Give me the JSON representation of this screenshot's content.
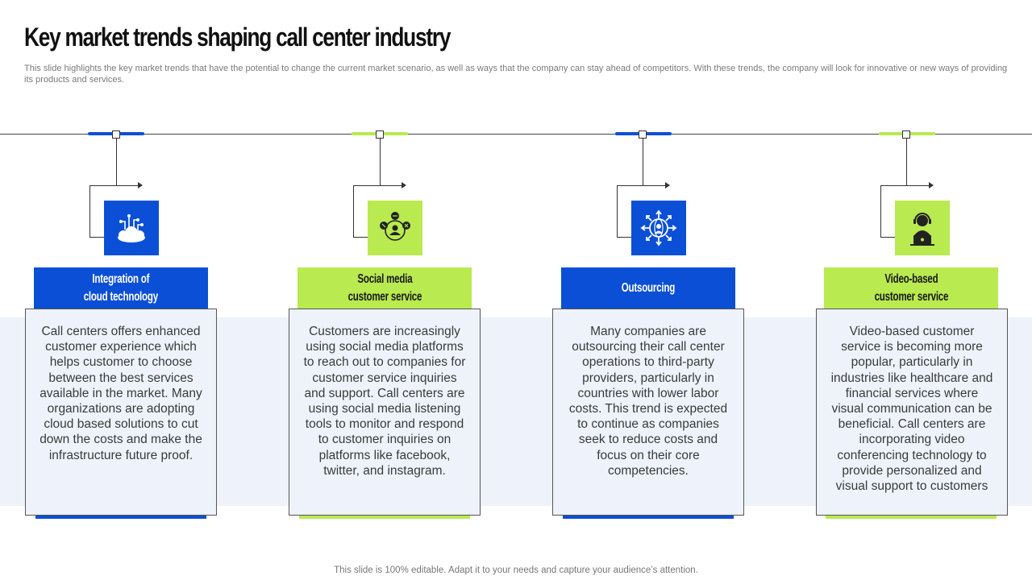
{
  "slide": {
    "title": "Key market trends shaping call center industry",
    "subtitle": "This slide highlights the key market trends that have the potential to change the current market scenario, as well as ways that the company can stay ahead of competitors. With these trends, the company will look for innovative or new ways of providing its products and services.",
    "footer": "This slide is 100% editable. Adapt it to your needs and capture your audience’s attention."
  },
  "colors": {
    "blue": "#0a4fd6",
    "green": "#b9ea4f",
    "band": "#eef3fb"
  },
  "trends": [
    {
      "heading_line1": "Integration of",
      "heading_line2": "cloud technology",
      "icon": "cloud-technology-icon",
      "theme": "blue",
      "body": "Call centers offers enhanced customer experience which helps customer to choose between the best services available in the market. Many organizations are adopting cloud based solutions to cut down the costs and make the infrastructure  future proof."
    },
    {
      "heading_line1": "Social media",
      "heading_line2": "customer  service",
      "icon": "social-media-support-icon",
      "theme": "green",
      "body": "Customers are increasingly using social media platforms to reach out to companies for customer service inquiries and support. Call centers are using social media listening tools to monitor and respond to customer inquiries on platforms like facebook, twitter,  and instagram."
    },
    {
      "heading_line1": "Outsourcing",
      "heading_line2": "",
      "icon": "global-outsourcing-icon",
      "theme": "blue",
      "body": "Many companies are outsourcing their call center operations to third-party providers, particularly  in countries with lower labor costs. This trend is expected to continue  as companies seek to reduce costs and focus on their core competencies."
    },
    {
      "heading_line1": "Video-based",
      "heading_line2": "customer  service",
      "icon": "video-support-agent-icon",
      "theme": "green",
      "body": "Video-based customer service is becoming more popular, particularly in industries like healthcare and financial services where visual communication can be beneficial. Call centers are incorporating video conferencing technology to provide personalized and visual support to customers"
    }
  ]
}
